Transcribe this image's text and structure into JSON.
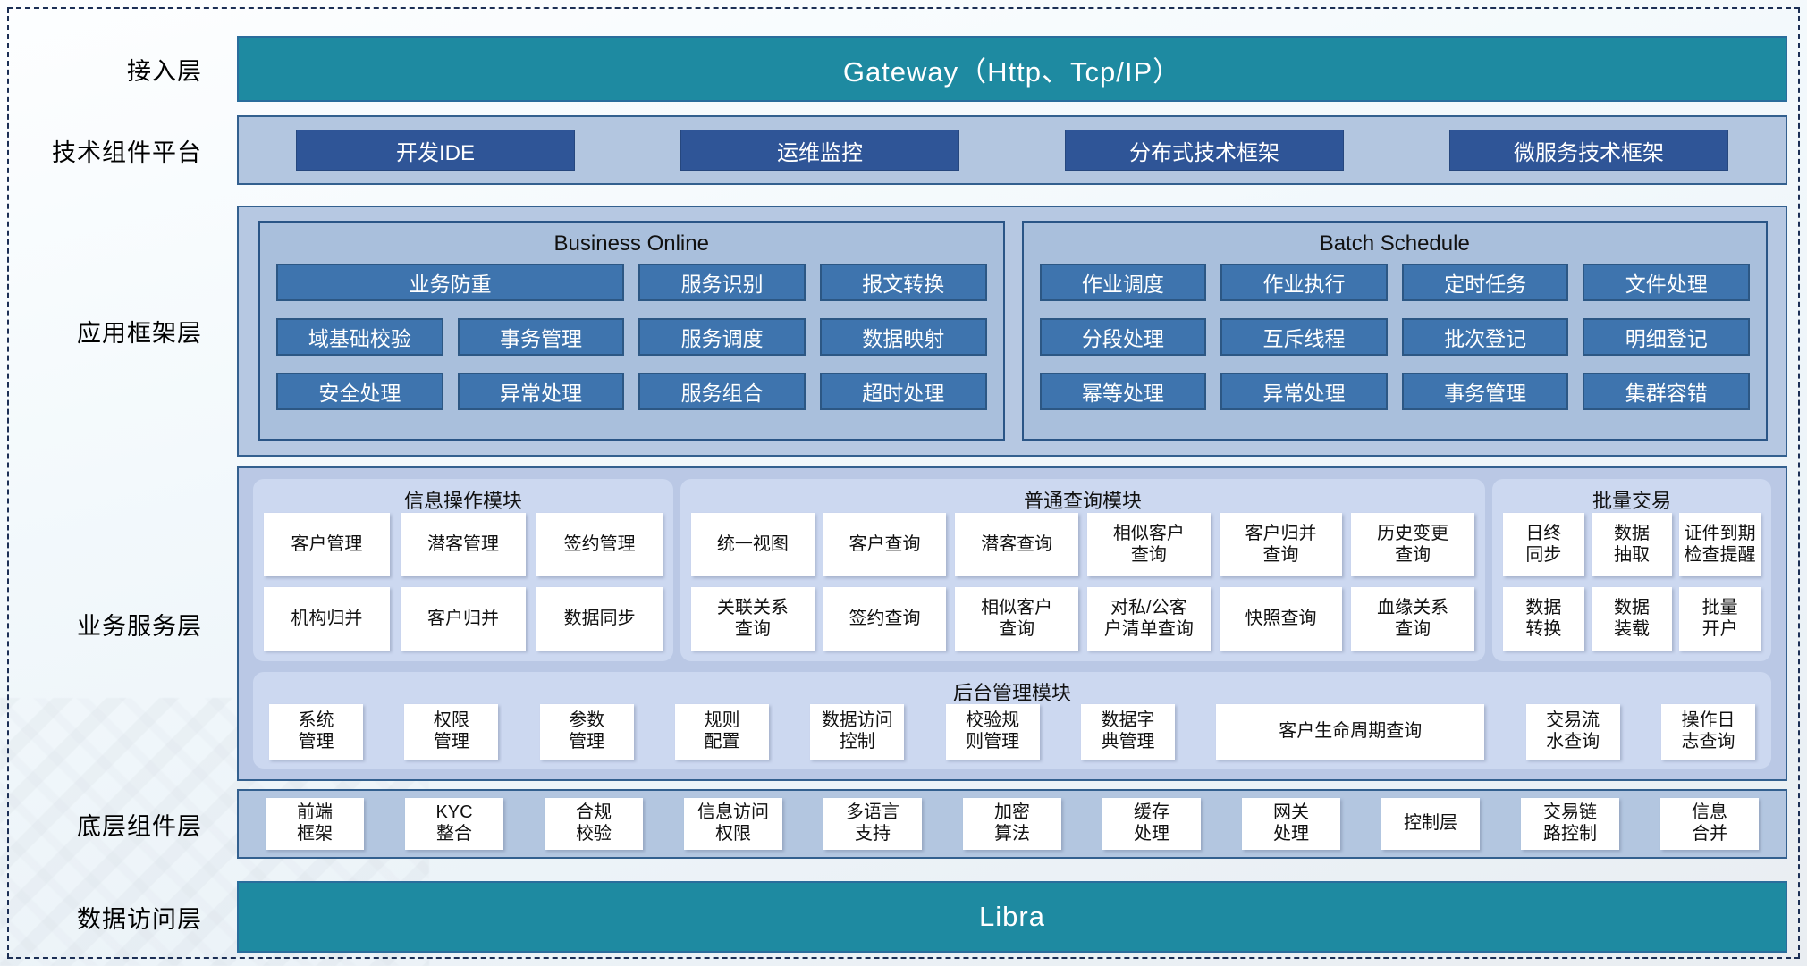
{
  "colors": {
    "teal_bar": "#1E8AA1",
    "dark_blue_button": "#2F5597",
    "mid_blue_button": "#3E74AE",
    "band_fill": "#B3C6E0",
    "inner_box_fill": "#A9BFDC",
    "panel_fill": "#CCD8F0",
    "border_navy": "#33608F",
    "card_fill": "#FFFFFF"
  },
  "layers": {
    "access": {
      "label": "接入层",
      "gateway_title": "Gateway（Http、Tcp/IP）"
    },
    "tech_platform": {
      "label": "技术组件平台",
      "buttons": [
        "开发IDE",
        "运维监控",
        "分布式技术框架",
        "微服务技术框架"
      ]
    },
    "app_framework": {
      "label": "应用框架层",
      "business_online": {
        "title": "Business Online",
        "buttons": [
          "业务防重",
          "服务识别",
          "报文转换",
          "域基础校验",
          "事务管理",
          "服务调度",
          "数据映射",
          "安全处理",
          "异常处理",
          "服务组合",
          "超时处理"
        ]
      },
      "batch_schedule": {
        "title": "Batch Schedule",
        "buttons": [
          "作业调度",
          "作业执行",
          "定时任务",
          "文件处理",
          "分段处理",
          "互斥线程",
          "批次登记",
          "明细登记",
          "幂等处理",
          "异常处理",
          "事务管理",
          "集群容错"
        ]
      }
    },
    "business_service": {
      "label": "业务服务层",
      "info_module": {
        "title": "信息操作模块",
        "cards": [
          "客户管理",
          "潜客管理",
          "签约管理",
          "机构归并",
          "客户归并",
          "数据同步"
        ]
      },
      "query_module": {
        "title": "普通查询模块",
        "cards": [
          "统一视图",
          "客户查询",
          "潜客查询",
          "相似客户\n查询",
          "客户归并\n查询",
          "历史变更\n查询",
          "关联关系\n查询",
          "签约查询",
          "相似客户\n查询",
          "对私/公客\n户清单查询",
          "快照查询",
          "血缘关系\n查询"
        ]
      },
      "batch_trade": {
        "title": "批量交易",
        "cards": [
          "日终\n同步",
          "数据\n抽取",
          "证件到期\n检查提醒",
          "数据\n转换",
          "数据\n装载",
          "批量\n开户"
        ]
      },
      "admin_module": {
        "title": "后台管理模块",
        "cards": [
          "系统\n管理",
          "权限\n管理",
          "参数\n管理",
          "规则\n配置",
          "数据访问\n控制",
          "校验规\n则管理",
          "数据字\n典管理",
          "客户生命周期查询",
          "交易流\n水查询",
          "操作日\n志查询"
        ]
      }
    },
    "base_components": {
      "label": "底层组件层",
      "cards": [
        "前端\n框架",
        "KYC\n整合",
        "合规\n校验",
        "信息访问\n权限",
        "多语言\n支持",
        "加密\n算法",
        "缓存\n处理",
        "网关\n处理",
        "控制层",
        "交易链\n路控制",
        "信息\n合并"
      ]
    },
    "data_access": {
      "label": "数据访问层",
      "bar_title": "Libra"
    }
  }
}
